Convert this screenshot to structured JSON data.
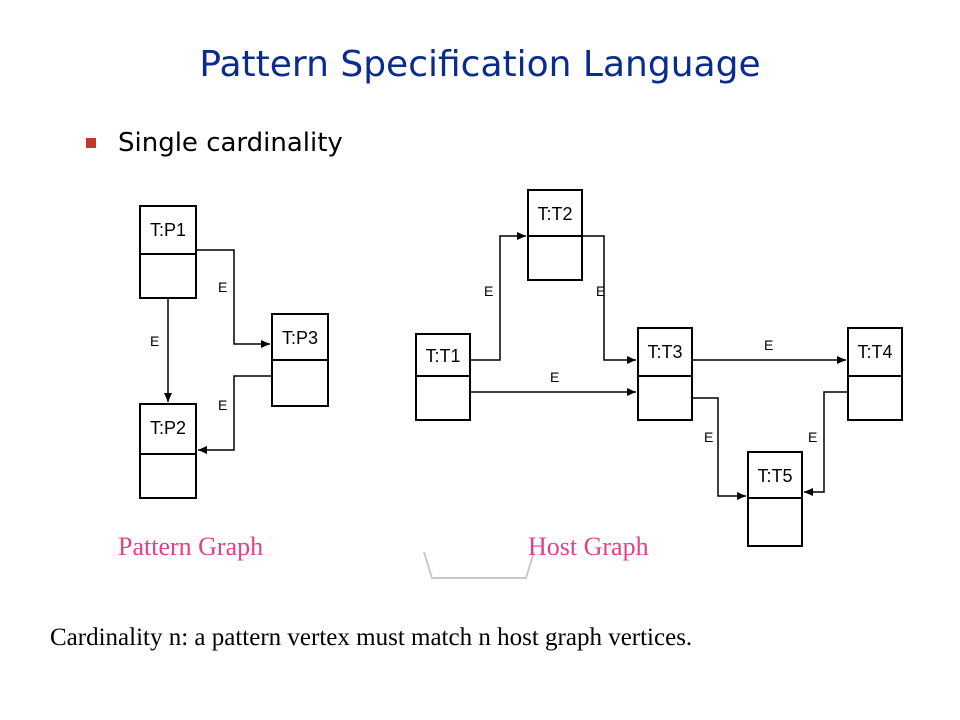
{
  "slide": {
    "title": "Pattern Specification Language",
    "bullet": "Single cardinality",
    "footer": "Cardinality n: a pattern vertex must match n host graph vertices."
  },
  "pattern_graph": {
    "caption": "Pattern Graph",
    "nodes": [
      {
        "id": "P1",
        "label": "T:P1"
      },
      {
        "id": "P2",
        "label": "T:P2"
      },
      {
        "id": "P3",
        "label": "T:P3"
      }
    ],
    "edges": [
      {
        "from": "P1",
        "to": "P3",
        "label": "E"
      },
      {
        "from": "P1",
        "to": "P2",
        "label": "E"
      },
      {
        "from": "P3",
        "to": "P2",
        "label": "E"
      }
    ]
  },
  "host_graph": {
    "caption": "Host Graph",
    "nodes": [
      {
        "id": "T1",
        "label": "T:T1"
      },
      {
        "id": "T2",
        "label": "T:T2"
      },
      {
        "id": "T3",
        "label": "T:T3"
      },
      {
        "id": "T4",
        "label": "T:T4"
      },
      {
        "id": "T5",
        "label": "T:T5"
      }
    ],
    "edges": [
      {
        "from": "T1",
        "to": "T2",
        "label": "E"
      },
      {
        "from": "T2",
        "to": "T3",
        "label": "E"
      },
      {
        "from": "T1",
        "to": "T3",
        "label": "E"
      },
      {
        "from": "T3",
        "to": "T4",
        "label": "E"
      },
      {
        "from": "T3",
        "to": "T5",
        "label": "E"
      },
      {
        "from": "T4",
        "to": "T5",
        "label": "E"
      }
    ]
  },
  "colors": {
    "title": "#0a2c8f",
    "bullet_marker": "#c0392b",
    "caption": "#e0428a",
    "diagram_stroke": "#000000"
  }
}
